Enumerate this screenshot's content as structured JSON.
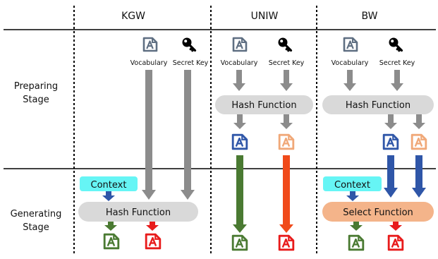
{
  "columns": {
    "kgw": "KGW",
    "uniw": "UNIW",
    "bw": "BW"
  },
  "stages": {
    "preparing_line1": "Preparing",
    "preparing_line2": "Stage",
    "generating_line1": "Generating",
    "generating_line2": "Stage"
  },
  "labels": {
    "vocabulary": "Vocabulary",
    "secret_key": "Secret Key",
    "hash_function": "Hash Function",
    "select_function": "Select Function",
    "context": "Context",
    "doc_letter": "A"
  },
  "colors": {
    "gray": "#8c8c8c",
    "slate": "#5f6f82",
    "blue": "#2f56a8",
    "peach": "#f0a878",
    "green": "#4a7a32",
    "red": "#e81b1b",
    "orange_red": "#f04a1a",
    "pill_gray": "#d9d9d9",
    "pill_orange": "#f4b48a",
    "context_cyan": "#66f5f5"
  }
}
